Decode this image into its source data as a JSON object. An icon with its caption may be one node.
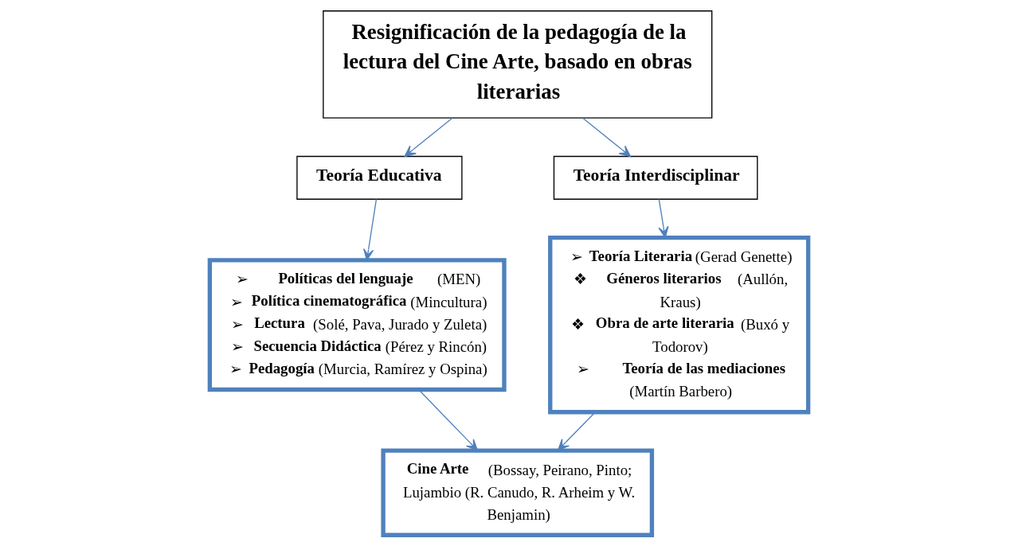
{
  "diagram": {
    "nodes": [
      {
        "text": [
          "Resignificación de la pedagogía de la lectura del Cine Arte, basado en obras literarias"
        ]
      },
      {
        "text": [
          "Teoría Educativa"
        ]
      },
      {
        "text": [
          "Teoría Interdisciplinar"
        ]
      },
      {
        "text": [
          "➢ **Políticas del lenguaje** (MEN)",
          "➢ **Política cinematográfica** (Mincultura)",
          "➢ **Lectura**  (Solé, Pava, Jurado y Zuleta)",
          "➢ **Secuencia Didáctica** (Pérez y Rincón)",
          "➢ **Pedagogía** (Murcia, Ramírez y Ospina)"
        ]
      },
      {
        "text": [
          "➢ **Teoría Literaria** (Gerad Genette)",
          "❖ **Géneros literarios** (Aullón, Kraus)",
          "❖ **Obra de arte literaria** (Buxó y Todorov)",
          "➢ **Teoría de las mediaciones** (Martín Barbero)"
        ]
      },
      {
        "text": [
          "**Cine Arte** (Bossay, Peirano, Pinto; Lujambio (R. Canudo, R. Arheim y W. Benjamin)"
        ]
      }
    ],
    "edges": [
      {
        "from": 0,
        "to": 1,
        "arrow": "to"
      },
      {
        "from": 0,
        "to": 2,
        "arrow": "to"
      },
      {
        "from": 1,
        "to": 3,
        "arrow": "to"
      },
      {
        "from": 2,
        "to": 4,
        "arrow": "to"
      },
      {
        "from": 3,
        "to": 5,
        "arrow": "to"
      },
      {
        "from": 4,
        "to": 5,
        "arrow": "to"
      }
    ]
  }
}
